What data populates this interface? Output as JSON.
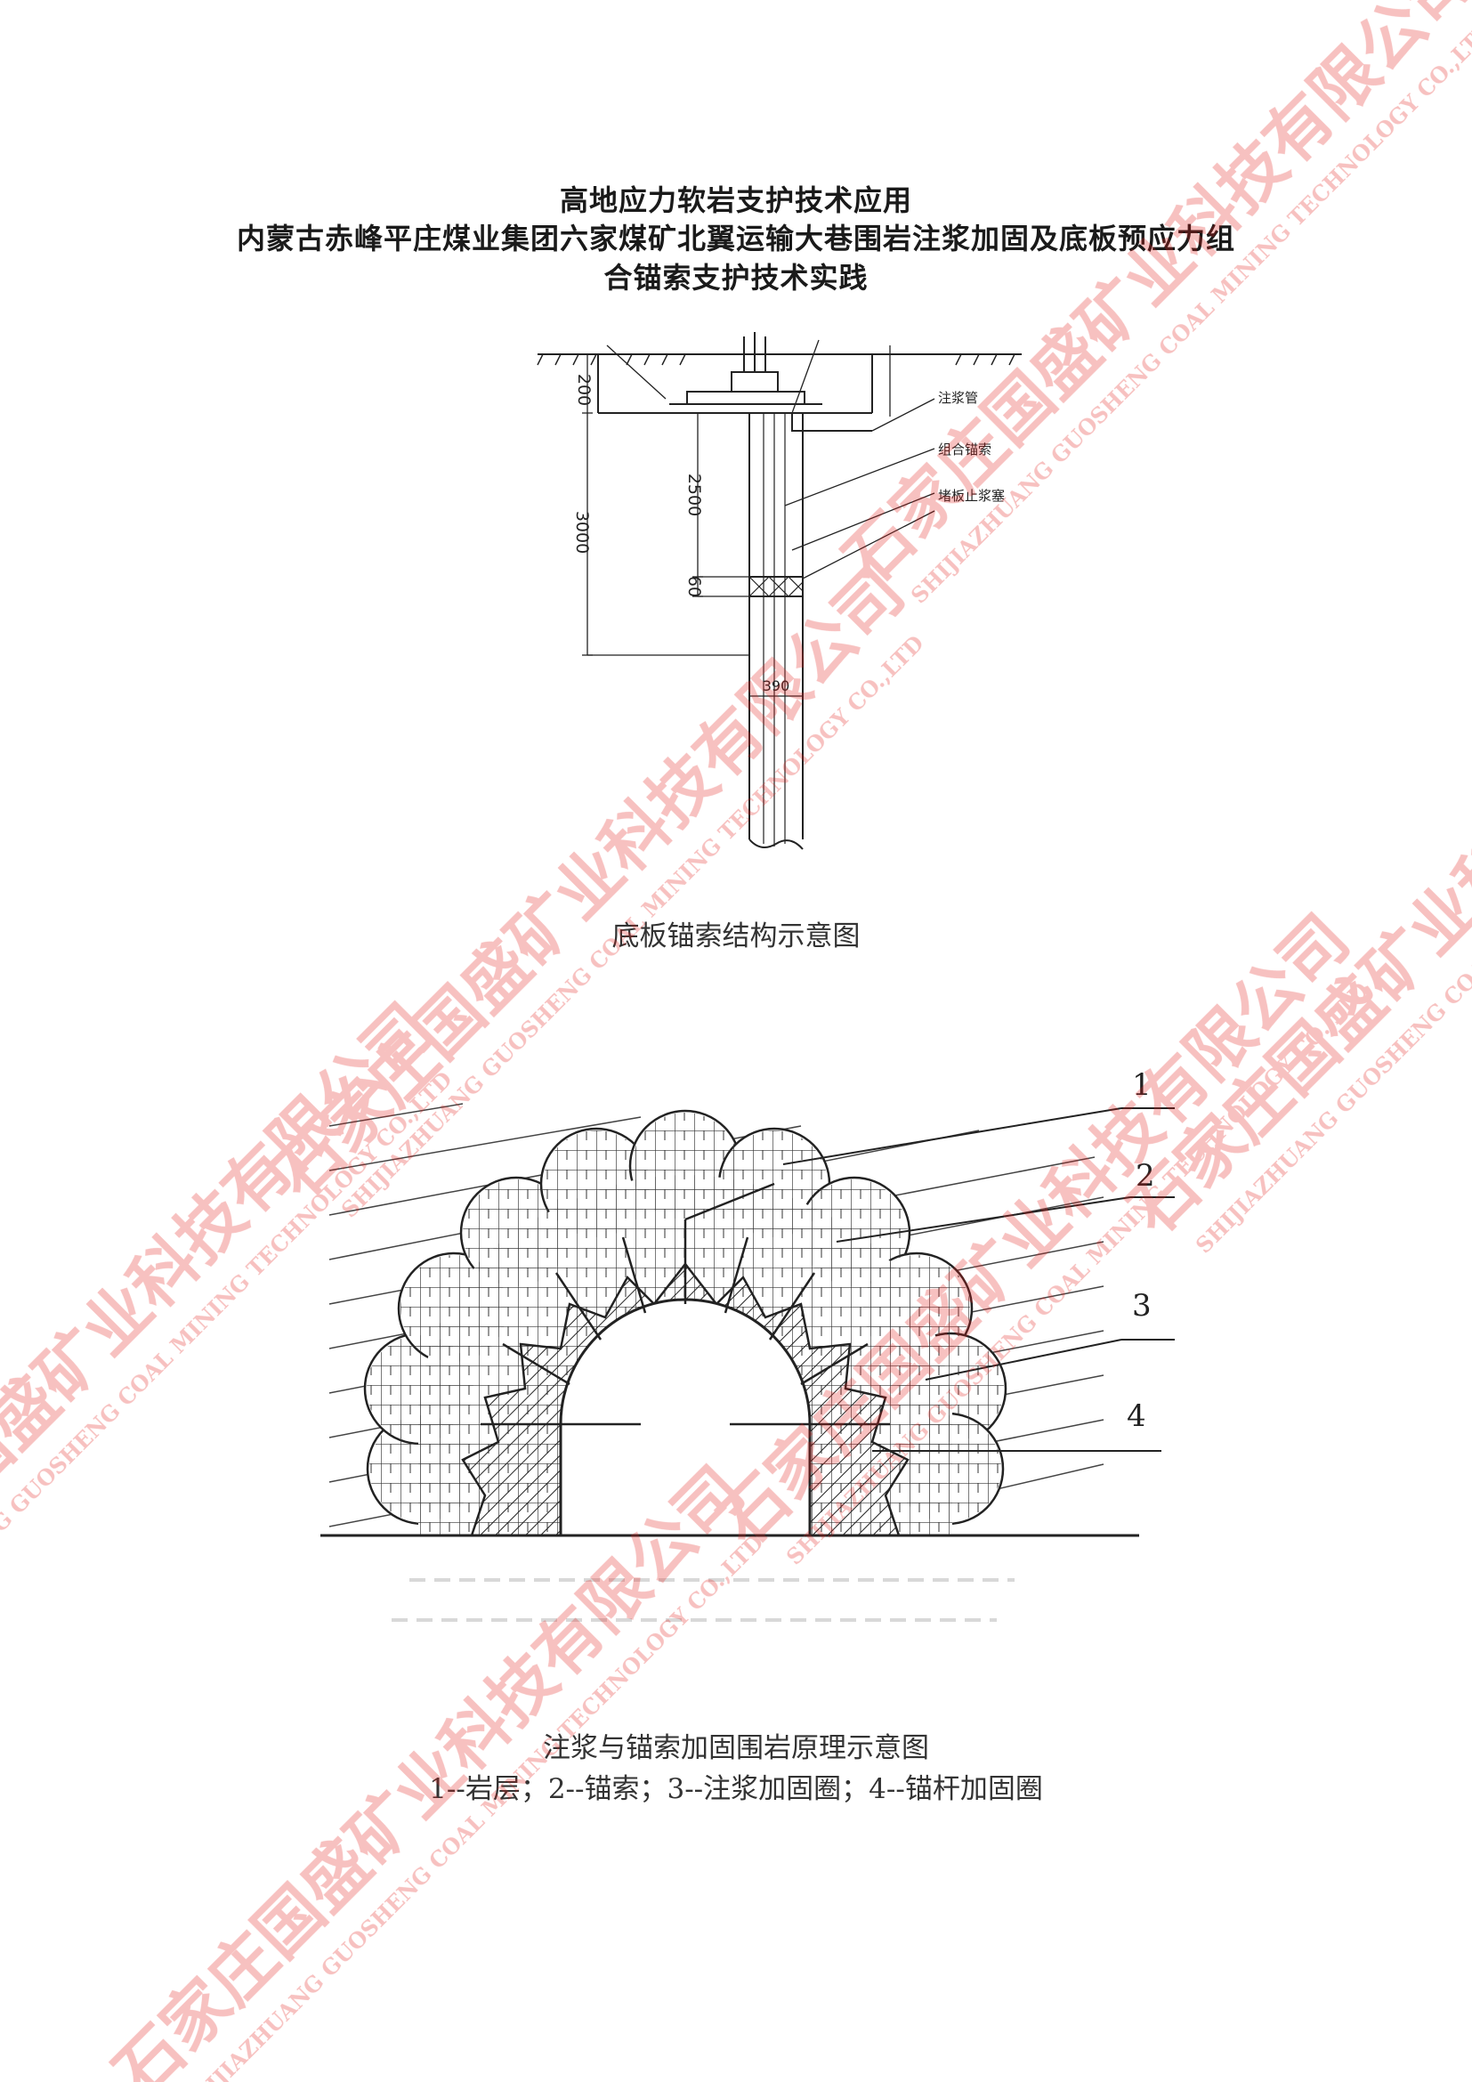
{
  "document": {
    "title_lines": [
      "高地应力软岩支护技术应用",
      "内蒙古赤峰平庄煤业集团六家煤矿北翼运输大巷围岩注浆加固及底板预应力组",
      "合锚索支护技术实践"
    ],
    "figure1": {
      "caption": "底板锚索结构示意图",
      "dims": [
        "200",
        "3000",
        "2500",
        "60",
        "390"
      ],
      "labels": [
        "注浆管",
        "组合锚索",
        "堵板止浆塞"
      ]
    },
    "figure2": {
      "caption_line1": "注浆与锚索加固围岩原理示意图",
      "caption_line2": "1--岩层；2--锚索；3--注浆加固圈；4--锚杆加固圈",
      "numbers": [
        "1",
        "2",
        "3",
        "4"
      ]
    }
  },
  "watermark": {
    "cn": "石家庄国盛矿业科技有限公司",
    "en": "SHIJIAZHUANG GUOSHENG COAL MINING TECHNOLOGY CO.,LTD",
    "color": "#e3231f"
  }
}
